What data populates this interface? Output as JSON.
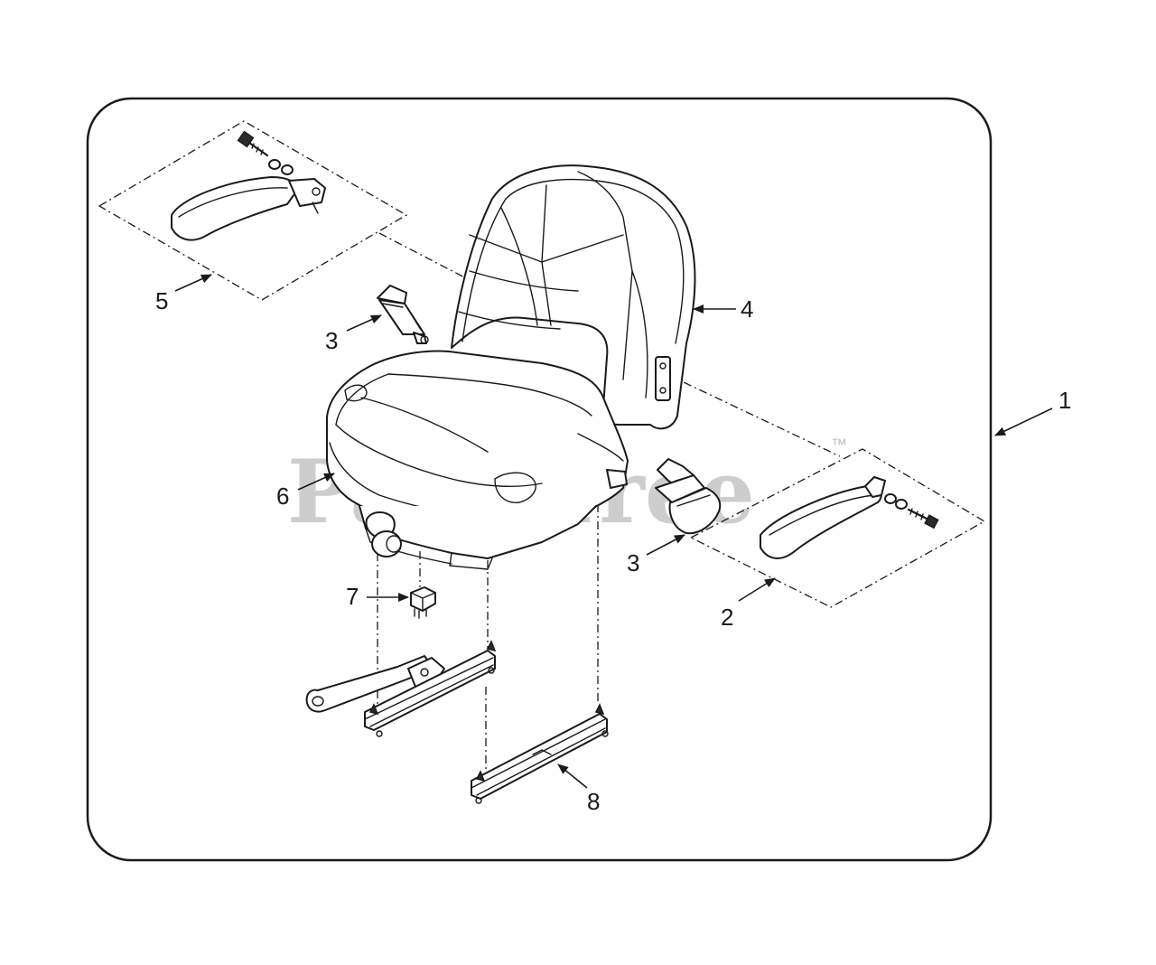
{
  "watermark": {
    "text": "PartsTree",
    "trademark": "™"
  },
  "callouts": [
    {
      "id": "1",
      "label": "1"
    },
    {
      "id": "2",
      "label": "2"
    },
    {
      "id": "3a",
      "label": "3"
    },
    {
      "id": "3b",
      "label": "3"
    },
    {
      "id": "4",
      "label": "4"
    },
    {
      "id": "5",
      "label": "5"
    },
    {
      "id": "6",
      "label": "6"
    },
    {
      "id": "7",
      "label": "7"
    },
    {
      "id": "8",
      "label": "8"
    }
  ]
}
